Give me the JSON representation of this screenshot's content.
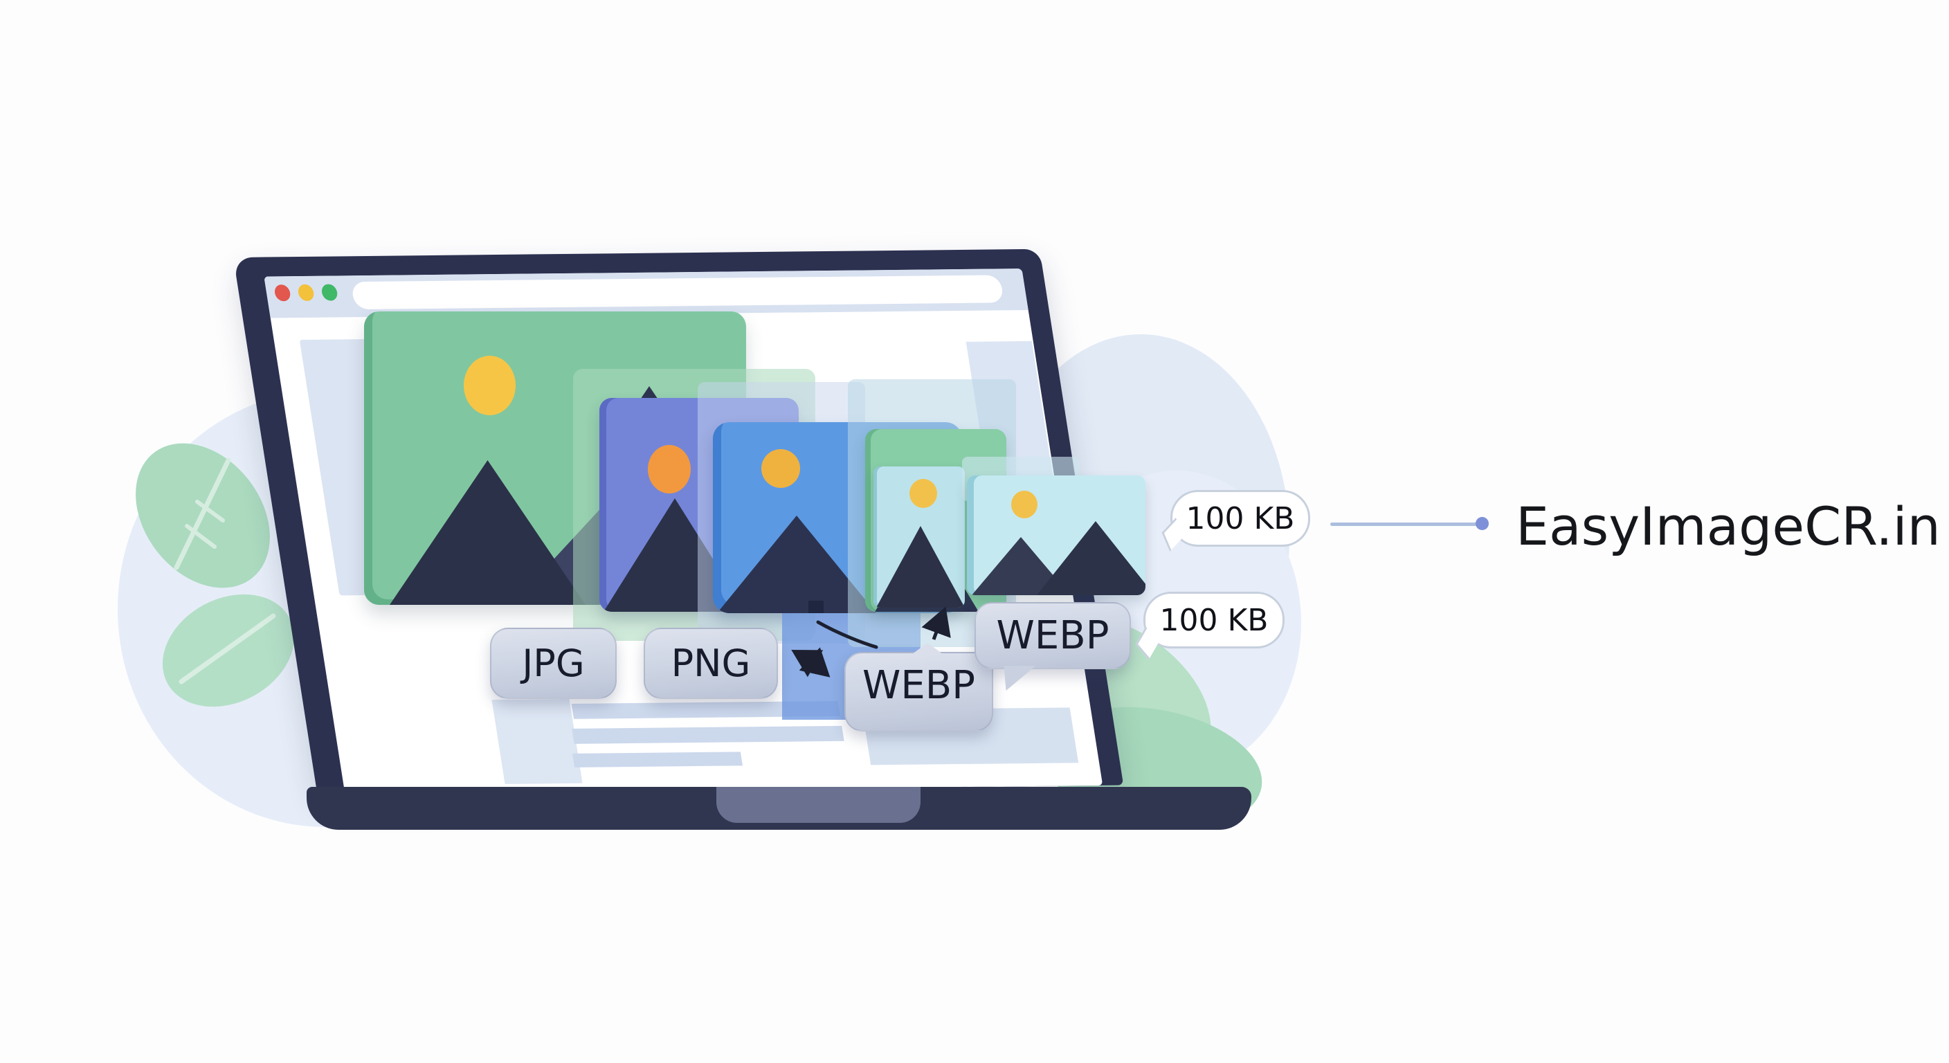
{
  "brand": {
    "name": "EasyImageCR.in"
  },
  "format_tags": {
    "jpg": "JPG",
    "png": "PNG",
    "webp_primary": "WEBP",
    "webp_secondary": "WEBP"
  },
  "size_badges": {
    "top": "100 KB",
    "bottom": "100 KB"
  },
  "colors": {
    "bezel": "#2c3150",
    "base": "#303650",
    "trackpad": "#6a7190",
    "chrome_bar": "#d8e1f0",
    "traffic_red": "#e2574e",
    "traffic_yellow": "#f3c13a",
    "traffic_green": "#3fb868",
    "card_green_large": "#80c7a1",
    "card_periwinkle": "#7485d8",
    "card_blue": "#5c99e3",
    "card_green_small": "#87cda6",
    "card_cyan": "#bce3ec",
    "card_cyan_front": "#c5e9f1",
    "mountain_navy": "#2e3450",
    "sun_yellow": "#f6c546",
    "sun_orange": "#f2993f",
    "tag_background": "#ccd4e2",
    "bubble_border": "#c7d0dd",
    "connector_line": "#abbede",
    "connector_dot": "#7e91d8",
    "leaf_green": "#abdabf",
    "blob_blue": "#e4ebf7"
  }
}
